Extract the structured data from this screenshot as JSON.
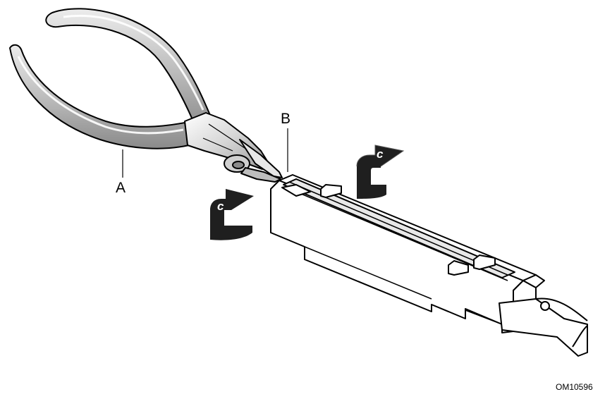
{
  "callouts": {
    "a": "A",
    "b": "B"
  },
  "arrows": {
    "arrow_1_label": "c",
    "arrow_2_label": "c"
  },
  "figure_id": "OM10596"
}
